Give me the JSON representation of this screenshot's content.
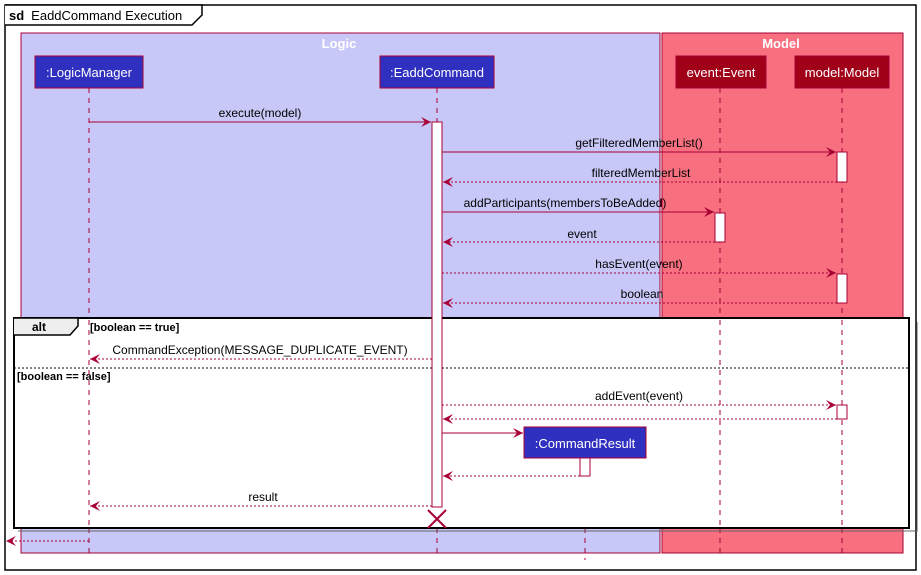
{
  "diagram": {
    "frame_keyword": "sd",
    "frame_title": "EaddCommand Execution",
    "colors": {
      "logic_box": "#C8C8F8",
      "model_box": "#F87080",
      "line": "#A80036",
      "logic_participant": "#3030C0",
      "model_participant": "#A00018"
    },
    "boxes": [
      {
        "id": "logic",
        "label": "Logic"
      },
      {
        "id": "model",
        "label": "Model"
      }
    ],
    "participants": [
      {
        "id": "lm",
        "label": ":LogicManager",
        "box": "logic"
      },
      {
        "id": "ec",
        "label": ":EaddCommand",
        "box": "logic"
      },
      {
        "id": "cr",
        "label": ":CommandResult",
        "box": "logic"
      },
      {
        "id": "ev",
        "label": "event:Event",
        "box": "model"
      },
      {
        "id": "mm",
        "label": "model:Model",
        "box": "model"
      }
    ],
    "messages": [
      {
        "from": "lm",
        "to": "ec",
        "label": "execute(model)",
        "style": "solid"
      },
      {
        "from": "ec",
        "to": "mm",
        "label": "getFilteredMemberList()",
        "style": "solid"
      },
      {
        "from": "mm",
        "to": "ec",
        "label": "filteredMemberList",
        "style": "dashed"
      },
      {
        "from": "ec",
        "to": "ev",
        "label": "addParticipants(membersToBeAdded)",
        "style": "solid"
      },
      {
        "from": "ev",
        "to": "ec",
        "label": "event",
        "style": "dashed"
      },
      {
        "from": "ec",
        "to": "mm",
        "label": "hasEvent(event)",
        "style": "dashed"
      },
      {
        "from": "mm",
        "to": "ec",
        "label": "boolean",
        "style": "dashed"
      },
      {
        "from": "ec",
        "to": "lm",
        "label": "CommandException(MESSAGE_DUPLICATE_EVENT)",
        "style": "dashed"
      },
      {
        "from": "ec",
        "to": "mm",
        "label": "addEvent(event)",
        "style": "dashed"
      },
      {
        "from": "mm",
        "to": "ec",
        "label": "",
        "style": "dashed"
      },
      {
        "from": "ec",
        "to": "cr",
        "label": "",
        "style": "solid",
        "create": true
      },
      {
        "from": "cr",
        "to": "ec",
        "label": "",
        "style": "dashed"
      },
      {
        "from": "ec",
        "to": "lm",
        "label": "result",
        "style": "dashed"
      },
      {
        "from": "lm",
        "to": "outside",
        "label": "",
        "style": "dashed"
      }
    ],
    "alt_fragment": {
      "keyword": "alt",
      "guards": [
        "[boolean == true]",
        "[boolean == false]"
      ]
    },
    "destroyed": "ec"
  }
}
